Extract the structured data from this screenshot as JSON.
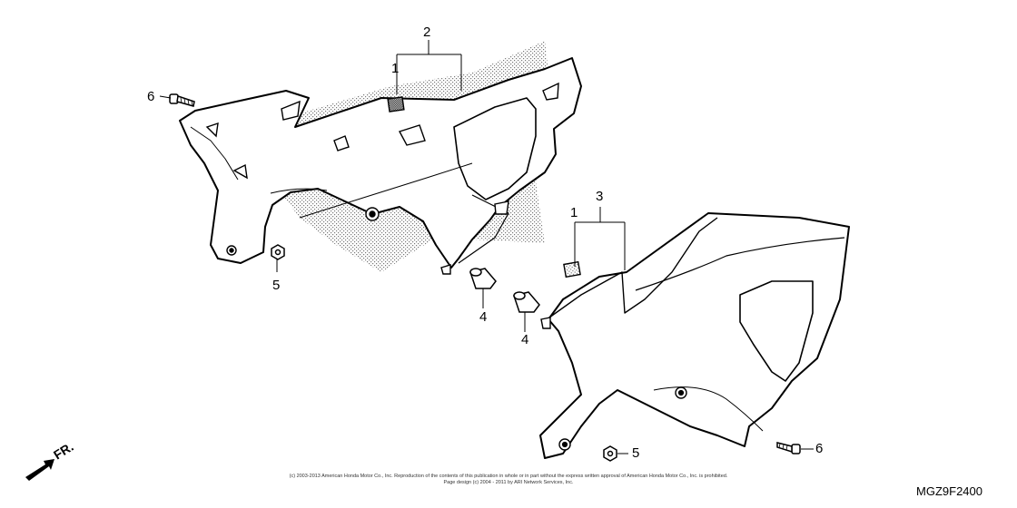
{
  "callouts": {
    "a": "2",
    "b": "1",
    "c": "6",
    "d": "5",
    "e": "3",
    "f": "1",
    "g": "4",
    "h": "4",
    "i": "5",
    "j": "6"
  },
  "direction": {
    "label": "FR."
  },
  "footer": {
    "copyright_line1": "(c) 2003-2013 American Honda Motor Co., Inc. Reproduction of the contents of this publication in whole or in part without the express written approval of American Honda Motor Co., Inc. is prohibited.",
    "copyright_line2": "Page design (c) 2004 - 2011 by ARI Network Services, Inc.",
    "diagram_code": "MGZ9F2400"
  },
  "colors": {
    "line": "#000000",
    "background": "#ffffff",
    "stipple": "#808080"
  }
}
